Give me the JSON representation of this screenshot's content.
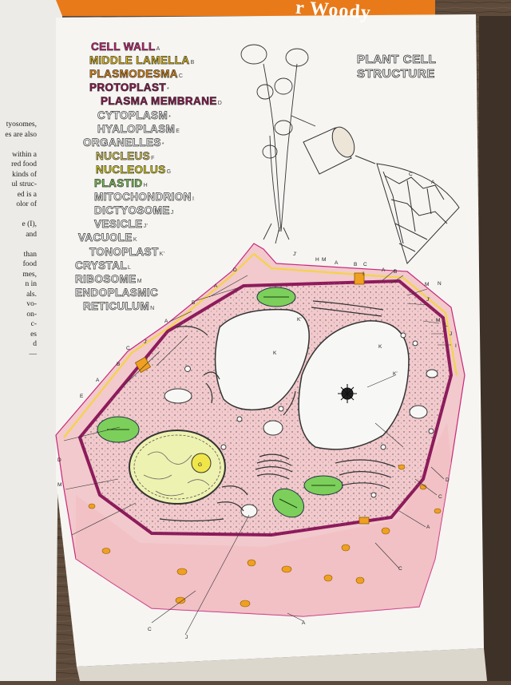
{
  "cover_fragment": "r Woody",
  "title_lines": [
    "PLANT CELL",
    "STRUCTURE"
  ],
  "labels": [
    {
      "name": "CELL WALL",
      "suffix": "A",
      "color": "#e0197d"
    },
    {
      "name": "MIDDLE LAMELLA",
      "suffix": "B",
      "color": "#f2c200"
    },
    {
      "name": "PLASMODESMA",
      "suffix": "C",
      "color": "#f08a00"
    },
    {
      "name": "PROTOPLAST",
      "suffix": "*",
      "color": "#9b1050"
    },
    {
      "name": "PLASMA MEMBRANE",
      "suffix": "D",
      "color": "#9b1050"
    },
    {
      "name": "CYTOPLASM",
      "suffix": "*",
      "color": "#ffffff"
    },
    {
      "name": "HYALOPLASM",
      "suffix": "E",
      "color": "#ffffff"
    },
    {
      "name": "ORGANELLES",
      "suffix": "*",
      "color": "#ffffff"
    },
    {
      "name": "NUCLEUS",
      "suffix": "F",
      "color": "#e6d34a"
    },
    {
      "name": "NUCLEOLUS",
      "suffix": "G",
      "color": "#e6d800"
    },
    {
      "name": "PLASTID",
      "suffix": "H",
      "color": "#7ccf4a"
    },
    {
      "name": "MITOCHONDRION",
      "suffix": "I",
      "color": "#ffffff"
    },
    {
      "name": "DICTYOSOME",
      "suffix": "J",
      "color": "#ffffff"
    },
    {
      "name": "VESICLE",
      "suffix": "J'",
      "color": "#ffffff"
    },
    {
      "name": "VACUOLE",
      "suffix": "K",
      "color": "#ffffff"
    },
    {
      "name": "TONOPLAST",
      "suffix": "K'",
      "color": "#ffffff"
    },
    {
      "name": "CRYSTAL",
      "suffix": "L",
      "color": "#ffffff"
    },
    {
      "name": "RIBOSOME",
      "suffix": "M",
      "color": "#ffffff"
    },
    {
      "name": "ENDOPLASMIC",
      "suffix": "",
      "color": "#ffffff"
    },
    {
      "name": "RETICULUM",
      "suffix": "N",
      "color": "#ffffff"
    }
  ],
  "left_page_fragments": [
    "tyosomes,",
    "es are also",
    "",
    "within a",
    "red food",
    "kinds of",
    "ul struc-",
    "ed is a",
    "olor of",
    "",
    "e (I),",
    "and",
    "",
    "than",
    "food",
    "mes,",
    "n in",
    "als.",
    "vo-",
    "on-",
    "c-",
    "es",
    "d",
    "—"
  ],
  "diagram_letters": [
    "A",
    "B",
    "C",
    "D",
    "E",
    "F",
    "G",
    "H",
    "I",
    "J",
    "J'",
    "K",
    "K'",
    "L",
    "M",
    "N"
  ],
  "colors": {
    "cell_wall_pink": "#f2c9cc",
    "cell_wall_outline": "#c8287a",
    "membrane_magenta": "#8e1a5c",
    "middle_lamella": "#f4d34a",
    "plastid_green": "#7ccf5a",
    "nucleus_yellow": "#eef2b0",
    "nucleolus_yellow": "#f0e64a",
    "plasmodesma_orange": "#f0a020",
    "page": "#f6f5f2",
    "wood": "#5b4a3c"
  }
}
